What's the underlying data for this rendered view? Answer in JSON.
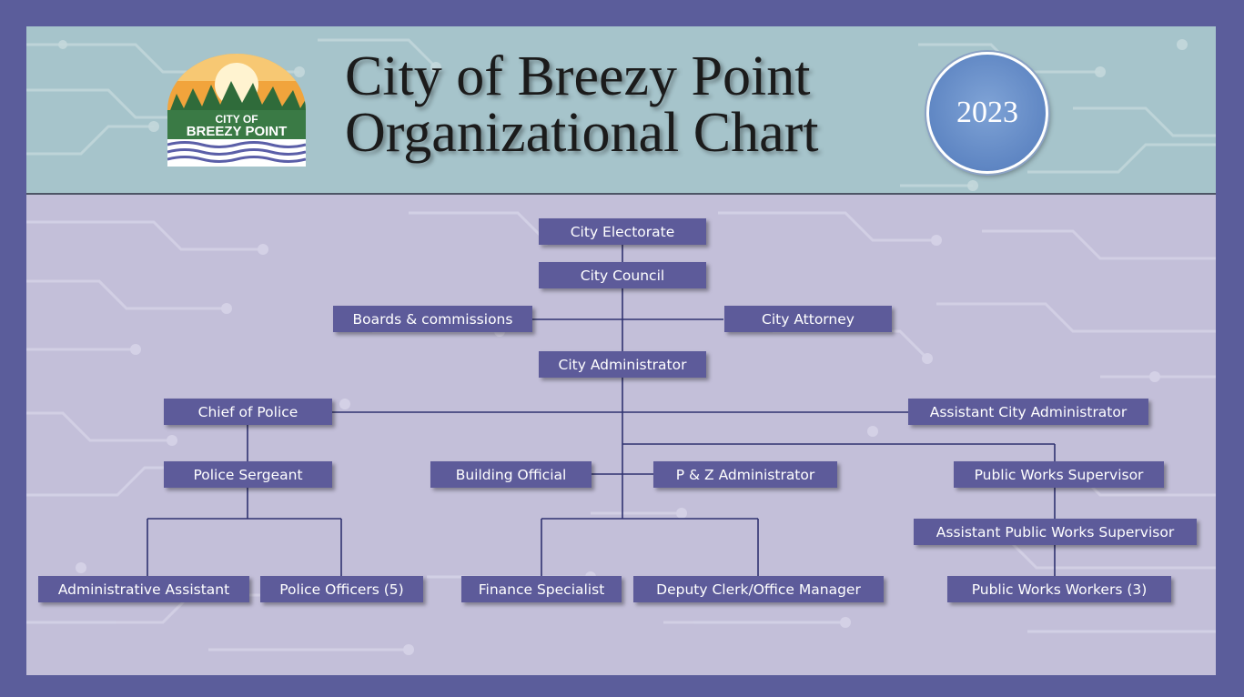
{
  "header": {
    "title_line1": "City of Breezy Point",
    "title_line2": "Organizational Chart",
    "year": "2023",
    "logo": {
      "icon": "city-logo-sunset-trees-waves",
      "line1": "CITY OF",
      "line2": "BREEZY POINT"
    }
  },
  "colors": {
    "frame": "#5b5d9b",
    "header_bg": "#a6c4cb",
    "body_bg": "#c3bfd9",
    "node_bg": "#5d5b9a",
    "node_text": "#ffffff",
    "connector": "#2f3270",
    "badge": "#6a8fca"
  },
  "nodes": {
    "city_electorate": "City Electorate",
    "city_council": "City Council",
    "boards_commissions": "Boards & commissions",
    "city_attorney": "City Attorney",
    "city_administrator": "City Administrator",
    "chief_of_police": "Chief of Police",
    "assistant_city_administrator": "Assistant City Administrator",
    "police_sergeant": "Police Sergeant",
    "building_official": "Building Official",
    "pz_administrator": "P & Z Administrator",
    "public_works_supervisor": "Public Works Supervisor",
    "assistant_public_works_supervisor": "Assistant Public Works Supervisor",
    "administrative_assistant": "Administrative Assistant",
    "police_officers": "Police Officers (5)",
    "finance_specialist": "Finance Specialist",
    "deputy_clerk": "Deputy Clerk/Office Manager",
    "public_works_workers": "Public Works Workers (3)"
  }
}
